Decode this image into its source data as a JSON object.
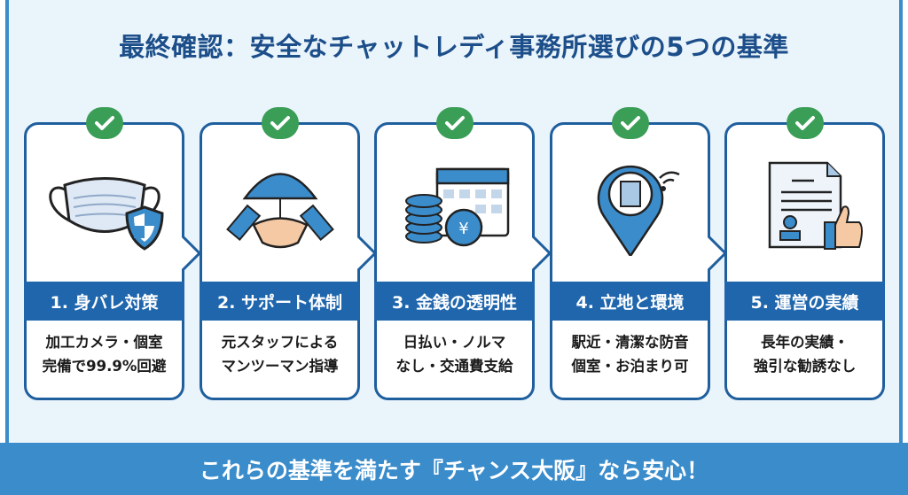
{
  "title": "最終確認：安全なチャットレディ事務所選びの5つの基準",
  "cards": [
    {
      "label": "1. 身バレ対策",
      "line1": "加工カメラ・個室",
      "line2": "完備で99.9%回避",
      "icon": "mask-shield-icon"
    },
    {
      "label": "2. サポート体制",
      "line1": "元スタッフによる",
      "line2": "マンツーマン指導",
      "icon": "umbrella-handshake-icon"
    },
    {
      "label": "3. 金銭の透明性",
      "line1": "日払い・ノルマ",
      "line2": "なし・交通費支給",
      "icon": "calendar-coins-icon"
    },
    {
      "label": "4. 立地と環境",
      "line1": "駅近・清潔な防音",
      "line2": "個室・お泊まり可",
      "icon": "location-building-icon"
    },
    {
      "label": "5. 運営の実績",
      "line1": "長年の実績・",
      "line2": "強引な勧誘なし",
      "icon": "document-thumbs-up-icon"
    }
  ],
  "banner": "これらの基準を満たす『チャンス大阪』なら安心！",
  "colors": {
    "primary": "#1f66ad",
    "check": "#3a9e57",
    "banner": "#3a8ccb",
    "background": "#eaf4fb"
  }
}
